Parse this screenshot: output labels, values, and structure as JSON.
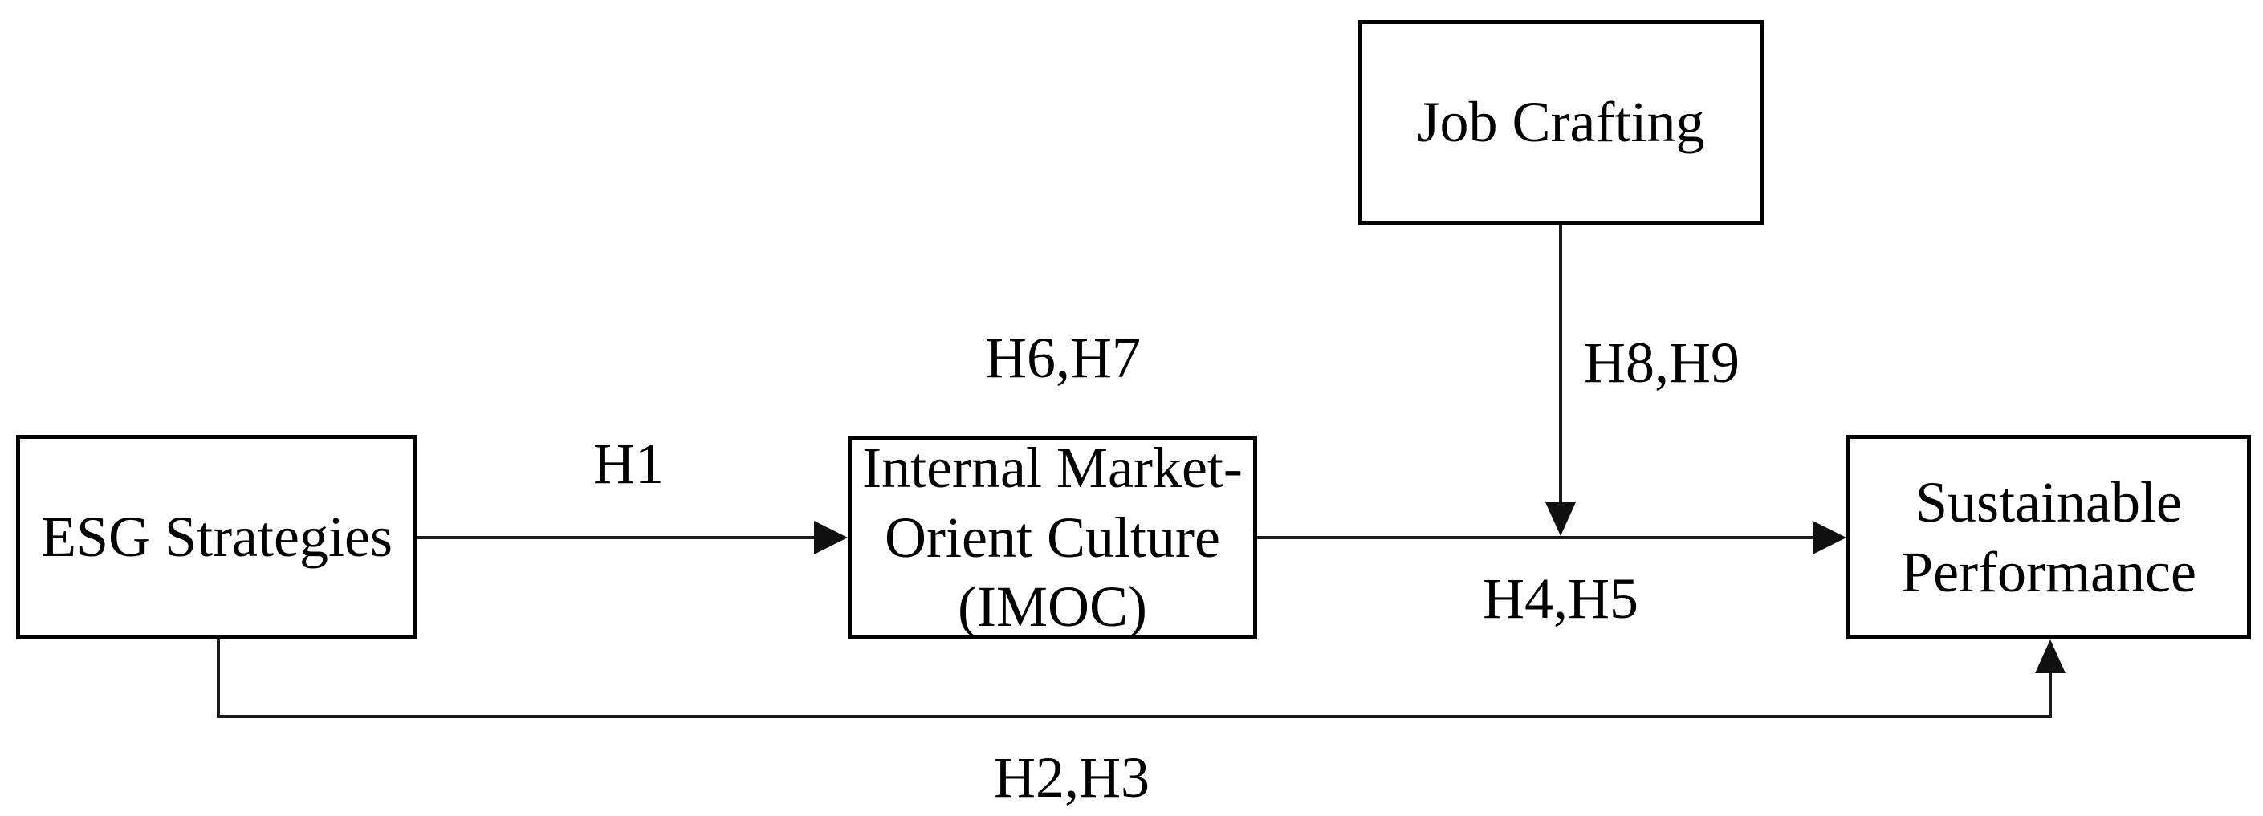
{
  "diagram": {
    "type": "conceptual-research-model",
    "background": "#ffffff",
    "line_color": "#1a1a1a",
    "border_color": "#000000",
    "text_color": "#000000",
    "nodes": {
      "esg": {
        "label": "ESG Strategies"
      },
      "imoc": {
        "lines": [
          "Internal Market-",
          "Orient Culture",
          "(IMOC)"
        ]
      },
      "job": {
        "label": "Job Crafting"
      },
      "sp": {
        "lines": [
          "Sustainable",
          "Performance"
        ]
      }
    },
    "edges": {
      "esg_to_imoc": {
        "label": "H1",
        "from": "ESG Strategies",
        "to": "Internal Market-Orient Culture (IMOC)"
      },
      "esg_to_sp": {
        "label": "H2,H3",
        "from": "ESG Strategies",
        "to": "Sustainable Performance"
      },
      "imoc_to_sp": {
        "label": "H4,H5",
        "from": "Internal Market-Orient Culture (IMOC)",
        "to": "Sustainable Performance"
      },
      "imoc_mediation": {
        "label": "H6,H7"
      },
      "job_moderation": {
        "label": "H8,H9",
        "from": "Job Crafting",
        "to": "IMOC → Sustainable Performance path"
      }
    }
  }
}
